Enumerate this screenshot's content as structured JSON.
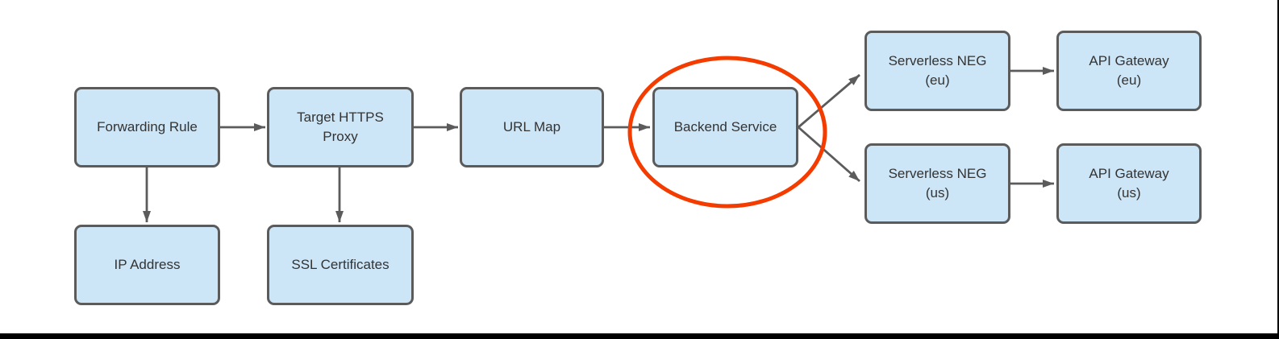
{
  "diagram": {
    "type": "flowchart",
    "nodes": {
      "forwarding_rule": {
        "line1": "Forwarding Rule"
      },
      "target_https_proxy": {
        "line1": "Target HTTPS",
        "line2": "Proxy"
      },
      "url_map": {
        "line1": "URL Map"
      },
      "backend_service": {
        "line1": "Backend Service"
      },
      "serverless_neg_eu": {
        "line1": "Serverless NEG",
        "line2": "(eu)"
      },
      "api_gateway_eu": {
        "line1": "API Gateway",
        "line2": "(eu)"
      },
      "serverless_neg_us": {
        "line1": "Serverless NEG",
        "line2": "(us)"
      },
      "api_gateway_us": {
        "line1": "API Gateway",
        "line2": "(us)"
      },
      "ip_address": {
        "line1": "IP Address"
      },
      "ssl_certificates": {
        "line1": "SSL Certificates"
      }
    },
    "edges": [
      {
        "from": "Forwarding Rule",
        "to": "Target HTTPS Proxy"
      },
      {
        "from": "Forwarding Rule",
        "to": "IP Address"
      },
      {
        "from": "Target HTTPS Proxy",
        "to": "URL Map"
      },
      {
        "from": "Target HTTPS Proxy",
        "to": "SSL Certificates"
      },
      {
        "from": "URL Map",
        "to": "Backend Service"
      },
      {
        "from": "Backend Service",
        "to": "Serverless NEG (eu)"
      },
      {
        "from": "Backend Service",
        "to": "Serverless NEG (us)"
      },
      {
        "from": "Serverless NEG (eu)",
        "to": "API Gateway (eu)"
      },
      {
        "from": "Serverless NEG (us)",
        "to": "API Gateway (us)"
      }
    ],
    "highlight": {
      "shape": "ellipse",
      "around": "Backend Service",
      "color": "#f43b00"
    },
    "colors": {
      "node_fill": "#cde6f7",
      "node_border": "#5b5b5b",
      "arrow": "#5b5b5b",
      "text": "#333333",
      "highlight": "#f43b00",
      "frame": "#000000"
    }
  }
}
